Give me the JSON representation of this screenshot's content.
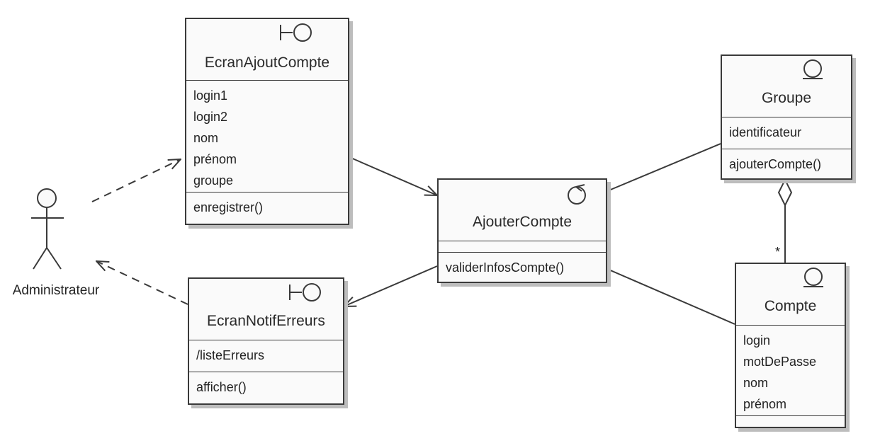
{
  "actor": {
    "label": "Administrateur"
  },
  "classes": {
    "ecranAjoutCompte": {
      "stereotype": "boundary",
      "name": "EcranAjoutCompte",
      "attributes": [
        "login1",
        "login2",
        "nom",
        "prénom",
        "groupe"
      ],
      "operations": [
        "enregistrer()"
      ]
    },
    "ecranNotifErreurs": {
      "stereotype": "boundary",
      "name": "EcranNotifErreurs",
      "attributes": [
        "/listeErreurs"
      ],
      "operations": [
        "afficher()"
      ]
    },
    "ajouterCompte": {
      "stereotype": "control",
      "name": "AjouterCompte",
      "attributes": [],
      "operations": [
        "validerInfosCompte()"
      ]
    },
    "groupe": {
      "stereotype": "entity",
      "name": "Groupe",
      "attributes": [
        "identificateur"
      ],
      "operations": [
        "ajouterCompte()"
      ]
    },
    "compte": {
      "stereotype": "entity",
      "name": "Compte",
      "attributes": [
        "login",
        "motDePasse",
        "nom",
        "prénom"
      ],
      "operations": []
    }
  },
  "relations": {
    "groupe_compte_multiplicity": "*"
  },
  "colors": {
    "line": "#3a3a3a",
    "shadow": "#bdbdbd",
    "box": "#fafafa"
  }
}
